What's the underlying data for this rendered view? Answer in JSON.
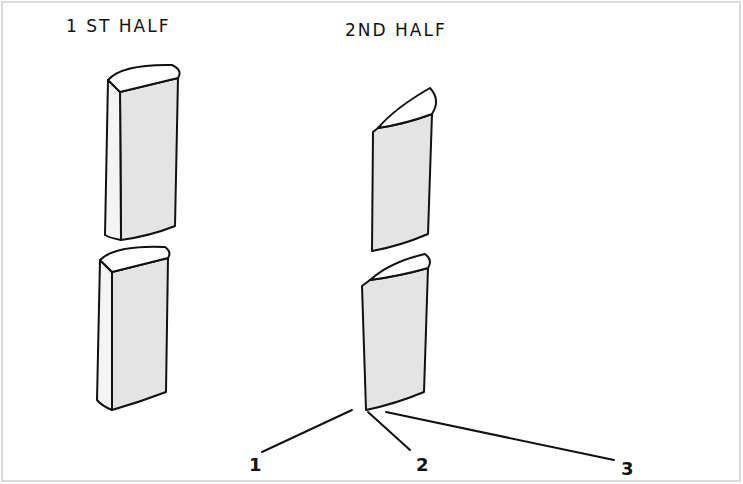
{
  "diagram": {
    "labels": [
      "1 ST HALF",
      "2ND HALF",
      "1",
      "2",
      "3"
    ]
  }
}
